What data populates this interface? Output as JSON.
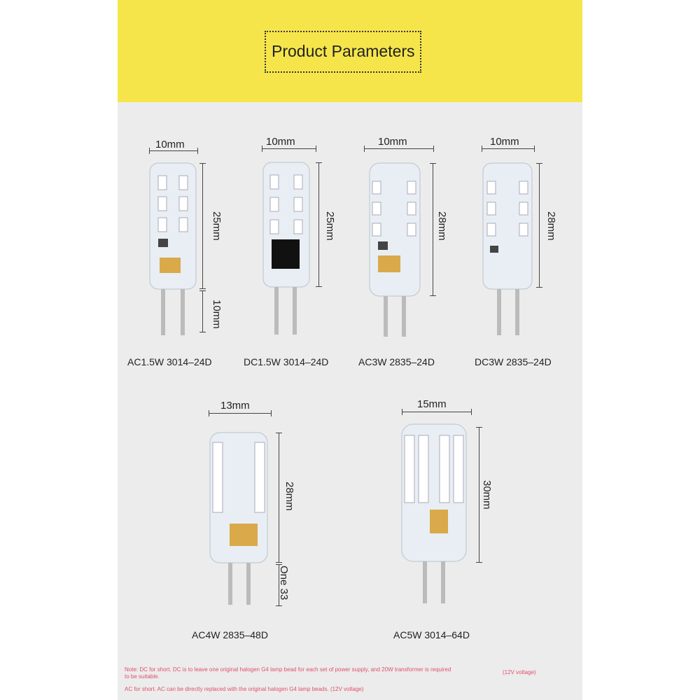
{
  "title": "Product Parameters",
  "products": [
    {
      "caption": "AC1.5W    3014–24D",
      "width": "10mm",
      "height": "25mm",
      "pin": "10mm"
    },
    {
      "caption": "DC1.5W    3014–24D",
      "width": "10mm",
      "height": "25mm"
    },
    {
      "caption": "AC3W    2835–24D",
      "width": "10mm",
      "height": "28mm"
    },
    {
      "caption": "DC3W    2835–24D",
      "width": "10mm",
      "height": "28mm"
    },
    {
      "caption": "AC4W    2835–48D",
      "width": "13mm",
      "height": "28mm",
      "pin": "One 33"
    },
    {
      "caption": "AC5W    3014–64D",
      "width": "15mm",
      "height": "30mm"
    }
  ],
  "notes": {
    "dc_note": "Note: DC for short. DC is to leave one original halogen G4 lamp bead for each set of power supply, and 20W transformer is required",
    "dc_note_cont": "to be suitable.",
    "dc_voltage": "(12V voltage)",
    "ac_note": "AC for short. AC can be directly replaced with the original halogen G4 lamp beads. (12V voltage)"
  },
  "colors": {
    "header": "#f5e54a",
    "panel": "#ececec",
    "note_text": "#e0506a",
    "capacitor": "#d9a94a"
  }
}
